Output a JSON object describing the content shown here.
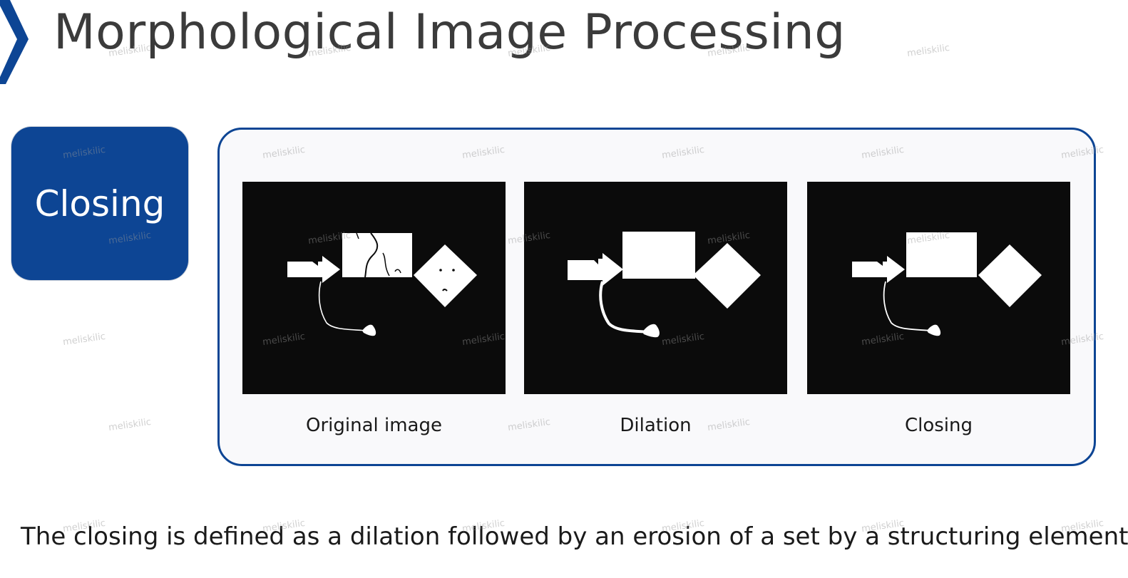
{
  "slide": {
    "title": "Morphological Image Processing",
    "badge_label": "Closing",
    "figures": [
      {
        "caption": "Original image"
      },
      {
        "caption": "Dilation"
      },
      {
        "caption": "Closing"
      }
    ],
    "definition": "The closing is defined as a dilation followed by an erosion of a set by a structuring element."
  },
  "watermark": "meliskilic",
  "colors": {
    "accent": "#0d4594",
    "title": "#3b3b3b",
    "figure_background": "#0b0b0b",
    "panel_background": "#f9f9fb"
  }
}
